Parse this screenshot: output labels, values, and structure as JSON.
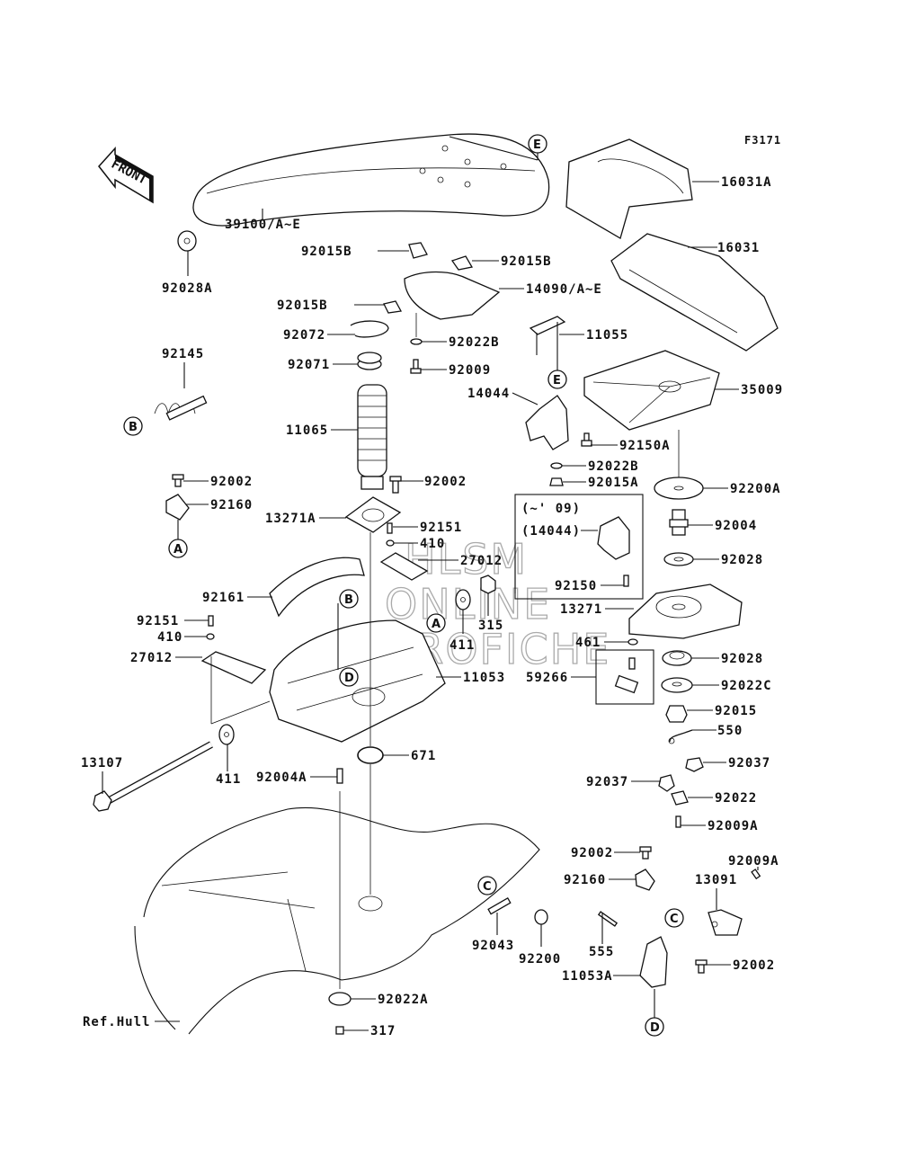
{
  "figure_id": "F3171",
  "front_arrow": {
    "label": "FRONT",
    "icon": "front-arrow-icon"
  },
  "watermark": {
    "lines": [
      "HLSM",
      "ONLINE",
      "MICROFICHE"
    ]
  },
  "reference_circles": [
    "A",
    "B",
    "C",
    "D",
    "E"
  ],
  "variant_box": {
    "title": "(~' 09)",
    "part": "(14044)",
    "bolt": "92150"
  },
  "labels": {
    "l39100": "39100/A~E",
    "l92028A": "92028A",
    "l16031A": "16031A",
    "l16031": "16031",
    "l92015B_1": "92015B",
    "l92015B_2": "92015B",
    "l92015B_3": "92015B",
    "l14090": "14090/A~E",
    "l92072": "92072",
    "l92022B_1": "92022B",
    "l92071": "92071",
    "l92009": "92009",
    "l11055": "11055",
    "l92145": "92145",
    "l35009": "35009",
    "l11065": "11065",
    "l14044": "14044",
    "l92150A": "92150A",
    "l92022B_2": "92022B",
    "l92015A": "92015A",
    "l92200A": "92200A",
    "l92002_1": "92002",
    "l92002_2": "92002",
    "l92160_1": "92160",
    "l13271A": "13271A",
    "l92151_1": "92151",
    "l410_1": "410",
    "l27012_1": "27012",
    "l92004": "92004",
    "l92028_1": "92028",
    "l92161": "92161",
    "l315": "315",
    "l411_1": "411",
    "l13271": "13271",
    "l92151_2": "92151",
    "l410_2": "410",
    "l27012_2": "27012",
    "l461": "461",
    "l11053": "11053",
    "l59266": "59266",
    "l92028_2": "92028",
    "l92022C": "92022C",
    "l92015": "92015",
    "l550": "550",
    "l13107": "13107",
    "l411_2": "411",
    "l92004A": "92004A",
    "l671": "671",
    "l92037_1": "92037",
    "l92037_2": "92037",
    "l92022": "92022",
    "l92009A_1": "92009A",
    "l92002_3": "92002",
    "l92160_2": "92160",
    "l92009A_2": "92009A",
    "l13091": "13091",
    "l92043": "92043",
    "l92200": "92200",
    "l555": "555",
    "l92002_4": "92002",
    "l11053A": "11053A",
    "l92022A": "92022A",
    "l317": "317",
    "lRefHull": "Ref.Hull"
  }
}
